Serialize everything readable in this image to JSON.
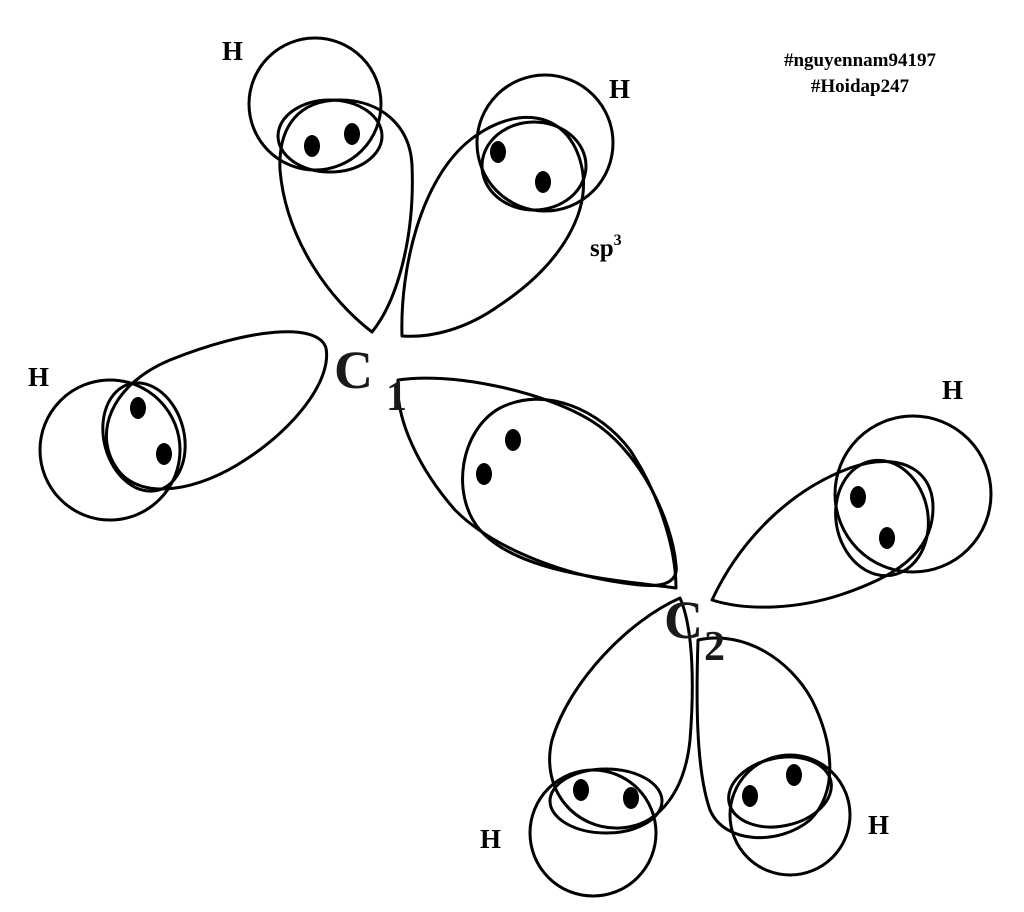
{
  "carbon_atoms": [
    {
      "symbol": "C",
      "subscript": "1"
    },
    {
      "symbol": "C",
      "subscript": "2"
    }
  ],
  "hydrogen_labels": [
    "H",
    "H",
    "H",
    "H",
    "H",
    "H"
  ],
  "hybridization": {
    "text": "sp",
    "superscript": "3"
  },
  "watermark": {
    "line1": "#nguyennam94197",
    "line2": "#Hoidap247"
  }
}
